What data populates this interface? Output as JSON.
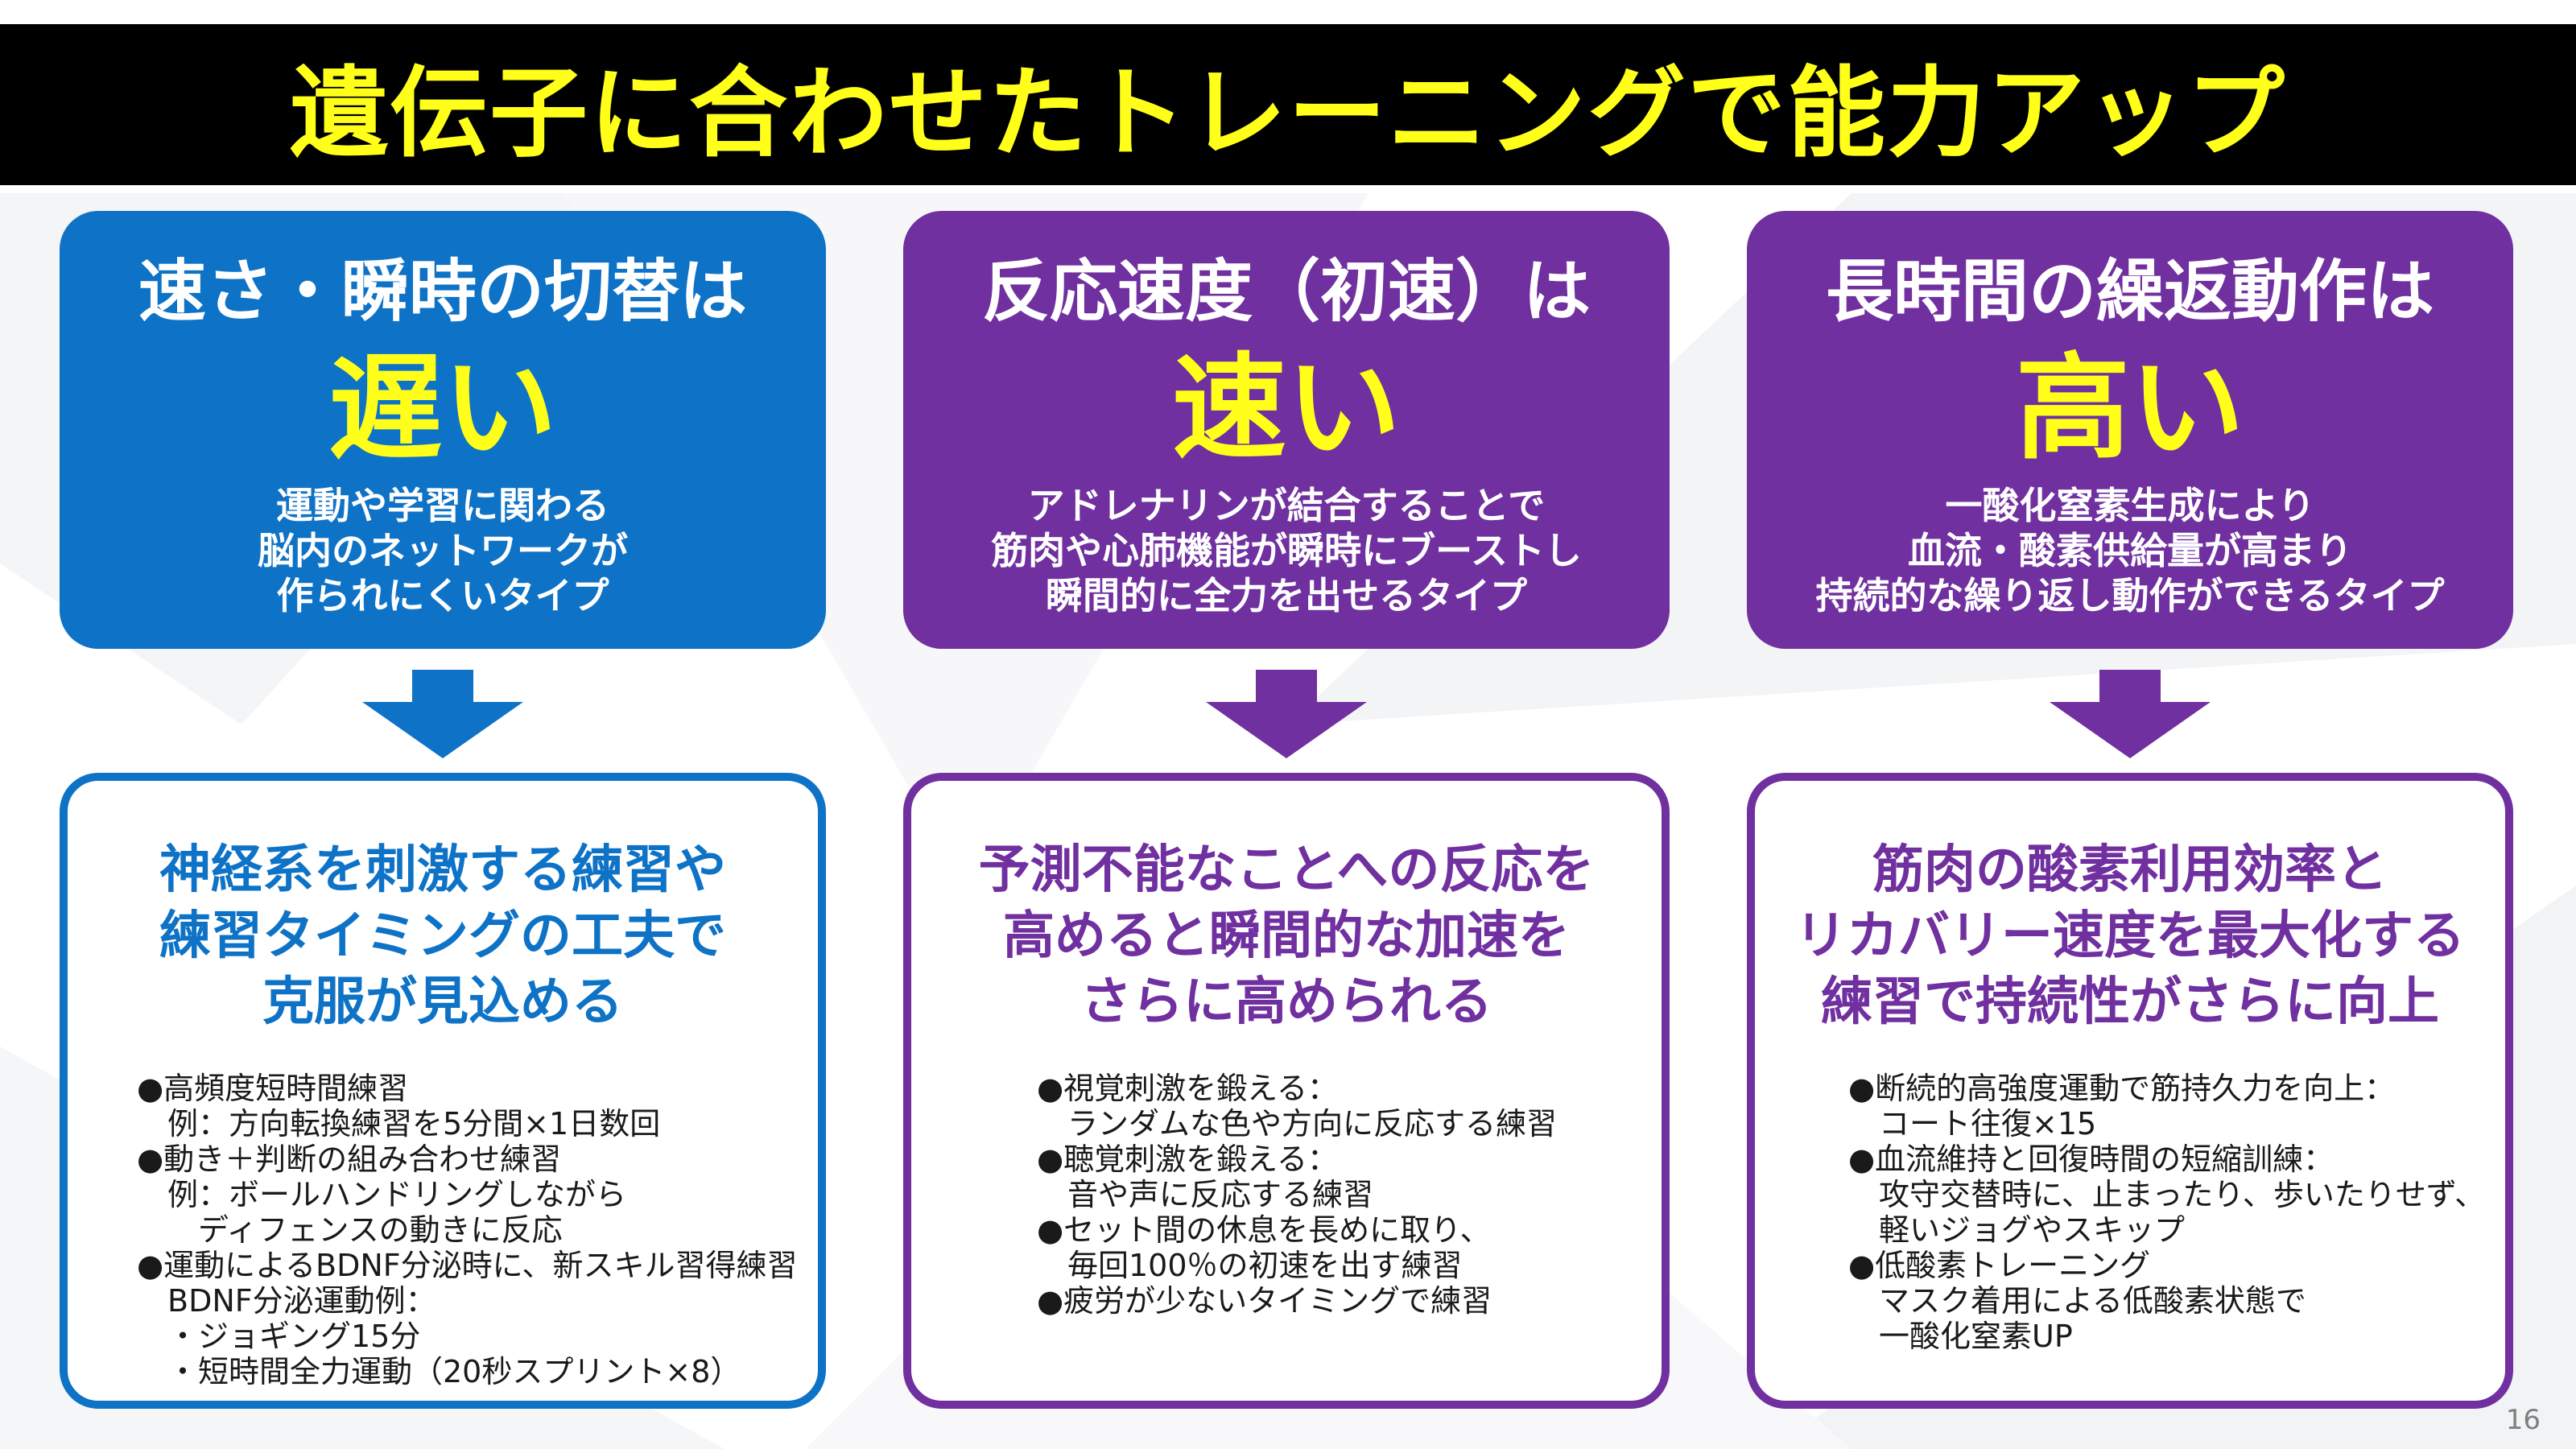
{
  "title": "遺伝子に合わせたトレーニングで能力アップ",
  "colors": {
    "blue": "#0e73c6",
    "purple": "#7030a0",
    "yellow": "#ffff1a",
    "title_bg": "#000000"
  },
  "columns": [
    {
      "heading": "速さ・瞬時の切替は",
      "verdict": "遅い",
      "desc": [
        "運動や学習に関わる",
        "脳内のネットワークが",
        "作られにくいタイプ"
      ],
      "headline": [
        "神経系を刺激する練習や",
        "練習タイミングの工夫で",
        "克服が見込める"
      ],
      "details": [
        "●高頻度短時間練習",
        "　例：方向転換練習を5分間×1日数回",
        "●動き＋判断の組み合わせ練習",
        "　例：ボールハンドリングしながら",
        "　　ディフェンスの動きに反応",
        "●運動によるBDNF分泌時に、新スキル習得練習",
        "　BDNF分泌運動例：",
        "　・ジョギング15分",
        "　・短時間全力運動（20秒スプリント×8）"
      ]
    },
    {
      "heading": "反応速度（初速）は",
      "verdict": "速い",
      "desc": [
        "アドレナリンが結合することで",
        "筋肉や心肺機能が瞬時にブーストし",
        "瞬間的に全力を出せるタイプ"
      ],
      "headline": [
        "予測不能なことへの反応を",
        "高めると瞬間的な加速を",
        "さらに高められる"
      ],
      "details": [
        "●視覚刺激を鍛える：",
        "　ランダムな色や方向に反応する練習",
        "●聴覚刺激を鍛える：",
        "　音や声に反応する練習",
        "●セット間の休息を長めに取り、",
        "　毎回100％の初速を出す練習",
        "●疲労が少ないタイミングで練習"
      ]
    },
    {
      "heading": "長時間の繰返動作は",
      "verdict": "高い",
      "desc": [
        "一酸化窒素生成により",
        "血流・酸素供給量が高まり",
        "持続的な繰り返し動作ができるタイプ"
      ],
      "headline": [
        "筋肉の酸素利用効率と",
        "リカバリー速度を最大化する",
        "練習で持続性がさらに向上"
      ],
      "details": [
        "●断続的高強度運動で筋持久力を向上：",
        "　コート往復×15",
        "●血流維持と回復時間の短縮訓練：",
        "　攻守交替時に、止まったり、歩いたりせず、",
        "　軽いジョグやスキップ",
        "●低酸素トレーニング",
        "　マスク着用による低酸素状態で",
        "　一酸化窒素UP"
      ]
    }
  ],
  "page_number": "16"
}
